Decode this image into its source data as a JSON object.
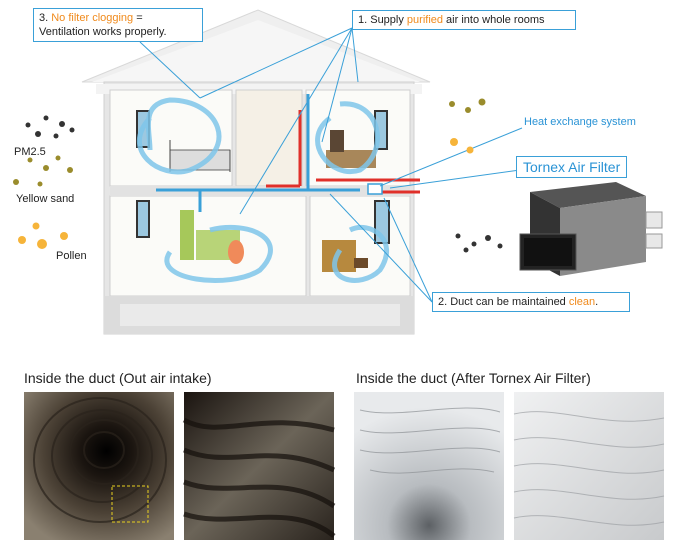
{
  "callouts": {
    "c3": {
      "num": "3. ",
      "highlight": "No filter clogging",
      "rest": " =",
      "line2": "Ventilation works properly."
    },
    "c1": {
      "pre": "1. Supply ",
      "highlight": "purified",
      "post": " air into whole rooms"
    },
    "c2": {
      "pre": "2. Duct can be maintained ",
      "highlight": "clean",
      "post": "."
    }
  },
  "labels": {
    "pm25": "PM2.5",
    "yellow_sand": "Yellow sand",
    "pollen": "Pollen",
    "heat_exchange": "Heat exchange system",
    "tornex": "Tornex Air Filter"
  },
  "captions": {
    "left": "Inside the duct (Out air intake)",
    "right": "Inside the duct (After Tornex Air Filter)"
  },
  "colors": {
    "accent_blue": "#3aa0d8",
    "highlight_orange": "#f08a1c",
    "duct_red": "#e0302a"
  }
}
